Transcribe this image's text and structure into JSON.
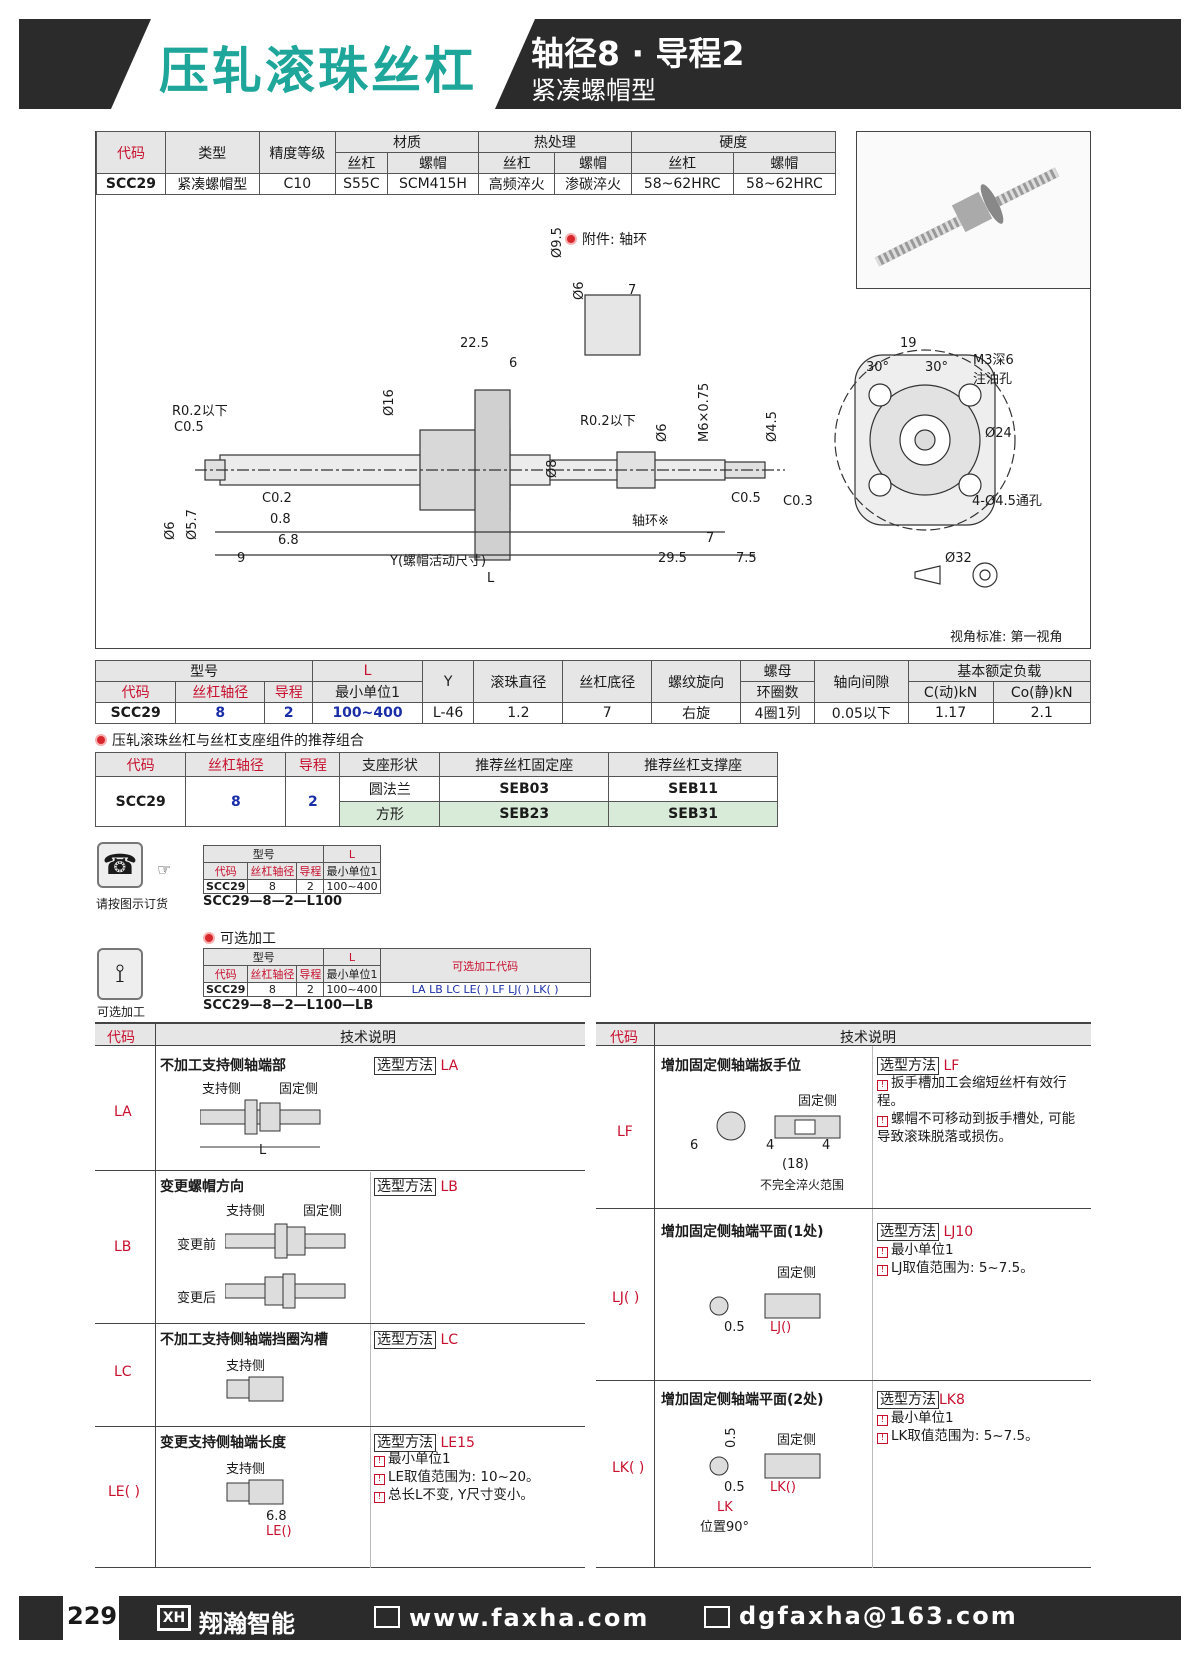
{
  "header": {
    "title": "压轧滚珠丝杠",
    "spec": "轴径8 · 导程2",
    "subtitle": "紧凑螺帽型"
  },
  "spec_table": {
    "h_code": "代码",
    "h_type": "类型",
    "h_precision": "精度等级",
    "h_material": "材质",
    "h_heat": "热处理",
    "h_hardness": "硬度",
    "h_screw": "丝杠",
    "h_nut": "螺帽",
    "row": [
      "SCC29",
      "紧凑螺帽型",
      "C10",
      "S55C",
      "SCM415H",
      "高频淬火",
      "渗碳淬火",
      "58~62HRC",
      "58~62HRC"
    ]
  },
  "drawing": {
    "attachment": "附件: 轴环",
    "dims": [
      "22.5",
      "6",
      "7",
      "Ø9.5",
      "Ø6",
      "R0.2以下",
      "C0.5",
      "C0.2",
      "0.8",
      "6.8",
      "9",
      "Y(螺帽活动尺寸)",
      "L",
      "29.5",
      "7",
      "7.5",
      "Ø8",
      "Ø16",
      "Ø6",
      "M6×0.75",
      "Ø4.5",
      "C0.5",
      "C0.3",
      "轴环※",
      "R0.2以下",
      "Ø6",
      "Ø5.7",
      "19",
      "30°",
      "30°",
      "M3深6",
      "注油孔",
      "Ø24",
      "4-Ø4.5通孔",
      "Ø32"
    ],
    "view_note": "视角标准: 第一视角"
  },
  "model_table": {
    "h_model": "型号",
    "h_code": "代码",
    "h_dia": "丝杠轴径",
    "h_lead": "导程",
    "h_L": "L",
    "h_L2": "最小单位1",
    "h_Y": "Y",
    "h_ball": "滚珠直径",
    "h_root": "丝杠底径",
    "h_dir": "螺纹旋向",
    "h_nut1": "螺母",
    "h_nut2": "环圈数",
    "h_gap": "轴向间隙",
    "h_load": "基本额定负载",
    "h_c": "C(动)kN",
    "h_co": "Co(静)kN",
    "row": [
      "SCC29",
      "8",
      "2",
      "100~400",
      "L-46",
      "1.2",
      "7",
      "右旋",
      "4圈1列",
      "0.05以下",
      "1.17",
      "2.1"
    ]
  },
  "combo": {
    "title": "压轧滚珠丝杠与丝杠支座组件的推荐组合",
    "h": [
      "代码",
      "丝杠轴径",
      "导程",
      "支座形状",
      "推荐丝杠固定座",
      "推荐丝杠支撑座"
    ],
    "code": "SCC29",
    "dia": "8",
    "lead": "2",
    "rows": [
      [
        "圆法兰",
        "SEB03",
        "SEB11"
      ],
      [
        "方形",
        "SEB23",
        "SEB31"
      ]
    ]
  },
  "order": {
    "icon_label": "请按图示订货",
    "h_model": "型号",
    "h_code": "代码",
    "h_dia": "丝杠轴径",
    "h_lead": "导程",
    "h_L": "L",
    "h_L2": "最小单位1",
    "row": [
      "SCC29",
      "8",
      "2",
      "100~400"
    ],
    "example": "SCC29—8—2—L100"
  },
  "options": {
    "title": "可选加工",
    "icon_label": "可选加工",
    "h_model": "型号",
    "h_code": "代码",
    "h_dia": "丝杠轴径",
    "h_lead": "导程",
    "h_L": "L",
    "h_L2": "最小单位1",
    "h_opt": "可选加工代码",
    "row": [
      "SCC29",
      "8",
      "2",
      "100~400",
      "LA  LB  LC  LE( )  LF  LJ( )  LK( )"
    ],
    "example": "SCC29—8—2—L100—LB"
  },
  "tech": {
    "h_code": "代码",
    "h_desc": "技术说明",
    "left": [
      {
        "code": "LA",
        "title": "不加工支持侧轴端部",
        "method": "选型方法",
        "mcode": "LA",
        "labels": [
          "支持侧",
          "固定侧",
          "L"
        ],
        "notes": []
      },
      {
        "code": "LB",
        "title": "变更螺帽方向",
        "method": "选型方法",
        "mcode": "LB",
        "labels": [
          "支持侧",
          "固定侧",
          "变更前",
          "变更后"
        ],
        "notes": []
      },
      {
        "code": "LC",
        "title": "不加工支持侧轴端挡圈沟槽",
        "method": "选型方法",
        "mcode": "LC",
        "labels": [
          "支持侧"
        ],
        "notes": []
      },
      {
        "code": "LE( )",
        "title": "变更支持侧轴端长度",
        "method": "选型方法",
        "mcode": "LE15",
        "labels": [
          "支持侧",
          "6.8",
          "LE()"
        ],
        "notes": [
          "最小单位1",
          "LE取值范围为: 10~20。",
          "总长L不变, Y尺寸变小。"
        ]
      }
    ],
    "right": [
      {
        "code": "LF",
        "title": "增加固定侧轴端扳手位",
        "method": "选型方法",
        "mcode": "LF",
        "labels": [
          "固定侧",
          "6",
          "4",
          "4",
          "(18)",
          "不完全淬火范围"
        ],
        "notes": [
          "扳手槽加工会缩短丝杆有效行程。",
          "螺帽不可移动到扳手槽处, 可能导致滚珠脱落或损伤。"
        ]
      },
      {
        "code": "LJ( )",
        "title": "增加固定侧轴端平面(1处)",
        "method": "选型方法",
        "mcode": "LJ10",
        "labels": [
          "固定侧",
          "0.5",
          "LJ()"
        ],
        "notes": [
          "最小单位1",
          "LJ取值范围为: 5~7.5。"
        ]
      },
      {
        "code": "LK( )",
        "title": "增加固定侧轴端平面(2处)",
        "method": "选型方法",
        "mcode": "LK8",
        "labels": [
          "固定侧",
          "0.5",
          "0.5",
          "LK()",
          "LK",
          "位置90°"
        ],
        "notes": [
          "最小单位1",
          "LK取值范围为: 5~7.5。"
        ]
      }
    ]
  },
  "footer": {
    "page": "229",
    "brand": "翔瀚智能",
    "website": "www.faxha.com",
    "email": "dgfaxha@163.com"
  }
}
